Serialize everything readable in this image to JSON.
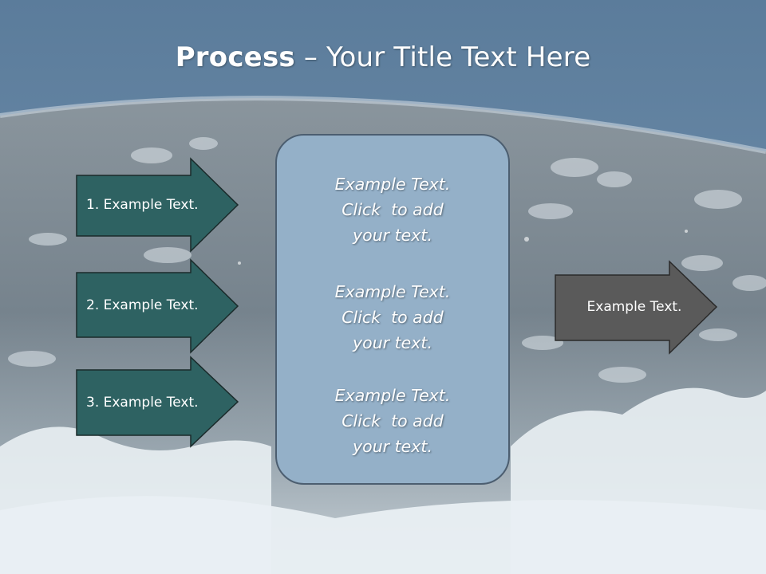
{
  "title": {
    "strong": "Process",
    "rest": " – Your Title Text Here"
  },
  "left_arrows": [
    {
      "label": "1. Example Text."
    },
    {
      "label": "2. Example Text."
    },
    {
      "label": "3. Example Text."
    }
  ],
  "center_box": {
    "blocks": [
      {
        "lines": [
          "Example Text.",
          "Click  to add",
          "your text."
        ]
      },
      {
        "lines": [
          "Example Text.",
          "Click  to add",
          "your text."
        ]
      },
      {
        "lines": [
          "Example Text.",
          "Click  to add",
          "your text."
        ]
      }
    ]
  },
  "right_arrow": {
    "label": "Example Text."
  },
  "colors": {
    "left_arrow_fill": "#2e6262",
    "right_arrow_fill": "#5a5a5a",
    "center_box_fill": "#94b0c8",
    "sky_top": "#5c7f9e"
  }
}
